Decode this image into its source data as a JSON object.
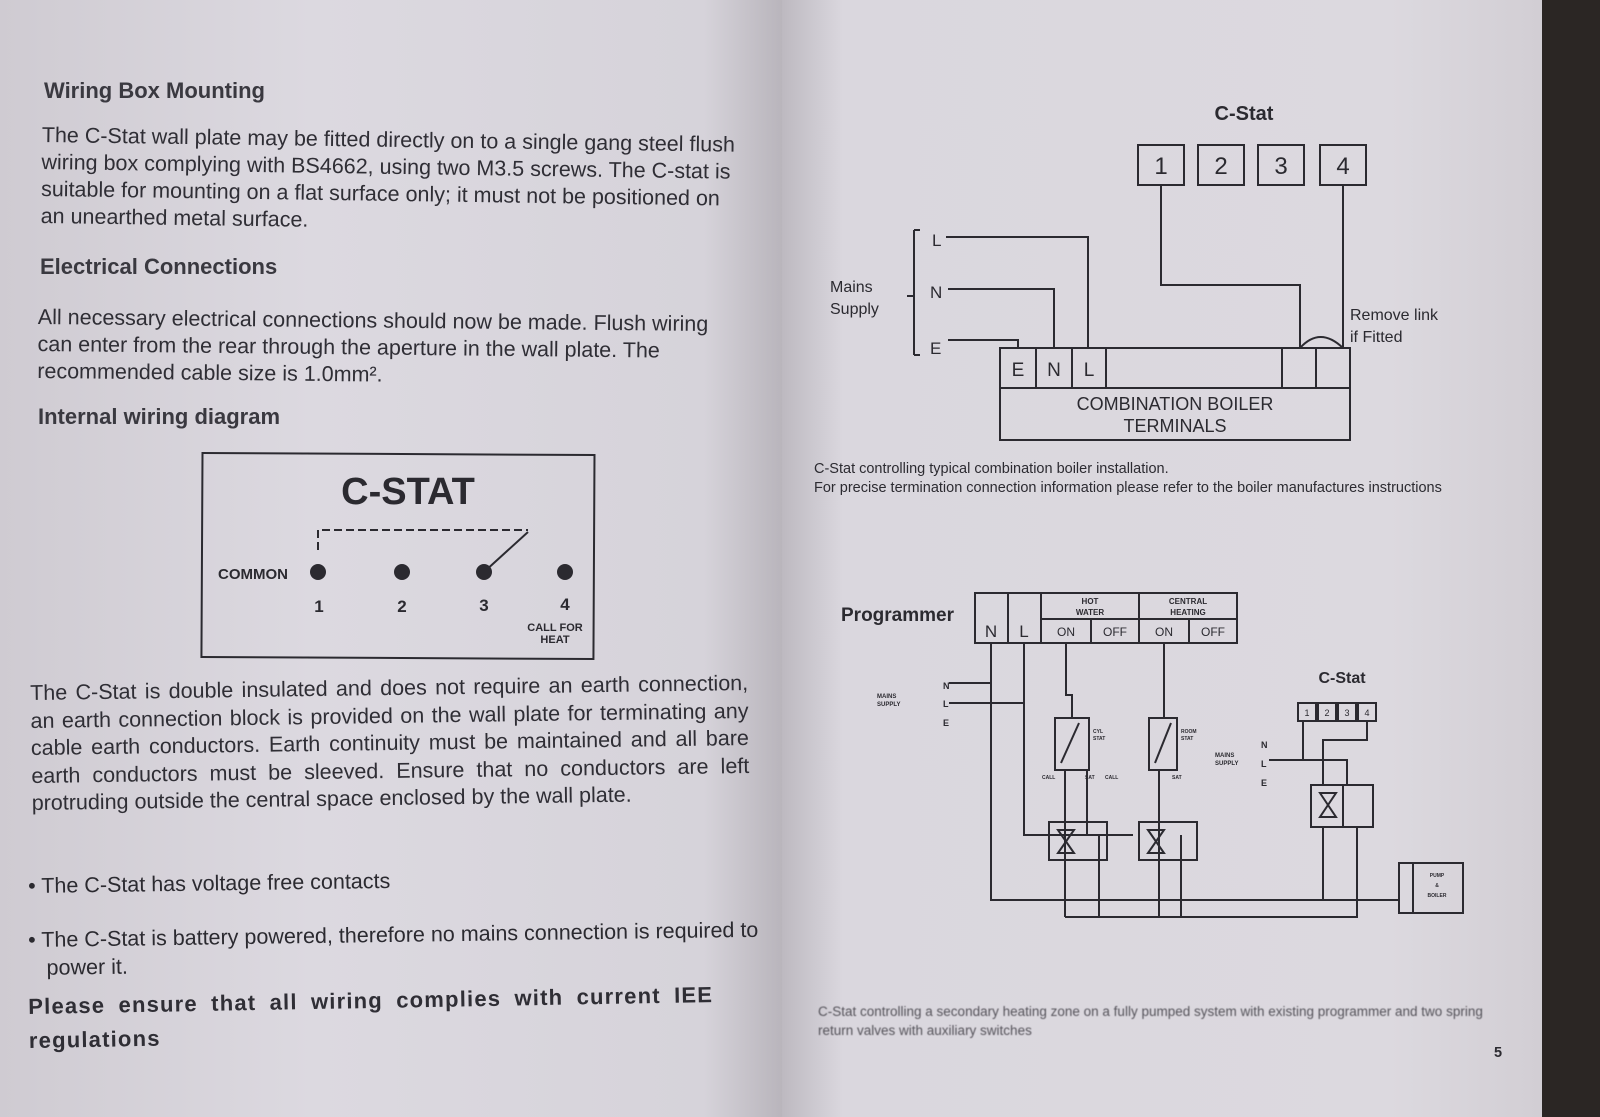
{
  "left": {
    "heading_mounting": "Wiring Box Mounting",
    "para_mounting": "The C-Stat wall plate may be fitted directly on to a single gang steel flush wiring box complying with BS4662, using two M3.5 screws. The C-stat is suitable for mounting on a flat surface only; it must not be positioned on an unearthed metal surface.",
    "heading_electrical": "Electrical Connections",
    "para_electrical": "All necessary electrical connections should now be made. Flush wiring can enter from the rear through the aperture in the wall plate. The recommended cable size is 1.0mm².",
    "heading_internal": "Internal wiring diagram",
    "internal_diagram": {
      "title": "C-STAT",
      "common_label": "COMMON",
      "terminals": [
        "1",
        "2",
        "3",
        "4"
      ],
      "call_for_heat": [
        "CALL FOR",
        "HEAT"
      ]
    },
    "para_insulated": "The C-Stat is double insulated and does not require an earth connection, an earth connection block is provided on the wall plate for terminating any cable earth conductors. Earth continuity must be maintained and all bare earth conductors must be sleeved. Ensure that no conductors are left protruding outside the central space enclosed by the wall plate.",
    "bullets": [
      "The C-Stat has voltage free contacts",
      "The C-Stat is battery powered, therefore no mains connection is required to power it."
    ],
    "warning": "Please ensure that all wiring complies with current IEE regulations"
  },
  "right": {
    "diagram1": {
      "title": "C-Stat",
      "terminals": [
        "1",
        "2",
        "3",
        "4"
      ],
      "mains_supply": [
        "Mains",
        "Supply"
      ],
      "lne": [
        "L",
        "N",
        "E"
      ],
      "boiler_terminals": [
        "E",
        "N",
        "L"
      ],
      "remove_link": [
        "Remove link",
        "if Fitted"
      ],
      "boiler_label": [
        "COMBINATION BOILER",
        "TERMINALS"
      ]
    },
    "caption1": "C-Stat controlling typical combination boiler installation.",
    "caption1b": "For precise termination connection information please refer to the boiler manufactures instructions",
    "diagram2": {
      "programmer": "Programmer",
      "prog_nl": [
        "N",
        "L"
      ],
      "hot_water": [
        "HOT",
        "WATER"
      ],
      "central_heating": [
        "CENTRAL",
        "HEATING"
      ],
      "on": "ON",
      "off": "OFF",
      "mains": [
        "MAINS",
        "SUPPLY"
      ],
      "nle": [
        "N",
        "L",
        "E"
      ],
      "cyl_stat": [
        "CYL",
        "STAT"
      ],
      "room_stat": [
        "ROOM",
        "STAT"
      ],
      "call": "CALL",
      "sat": "SAT",
      "cstat": "C-Stat",
      "terminals": [
        "1",
        "2",
        "3",
        "4"
      ],
      "pump_boiler": [
        "PUMP",
        "&",
        "BOILER"
      ]
    },
    "caption2": "C-Stat controlling a secondary heating zone on a fully pumped system with existing programmer and two spring return valves with auxiliary switches",
    "page_number": "5"
  }
}
